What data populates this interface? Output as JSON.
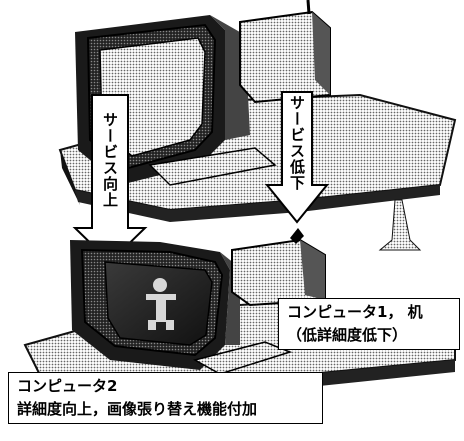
{
  "arrows": {
    "left_label": "サービス向上",
    "right_label": "サービス低下"
  },
  "captions": {
    "computer1_line1": "コンピュータ1， 机",
    "computer1_line2": "（低詳細度低下）",
    "computer2_line1": "コンピュータ2",
    "computer2_line2": "詳細度向上，画像張り替え機能付加"
  }
}
